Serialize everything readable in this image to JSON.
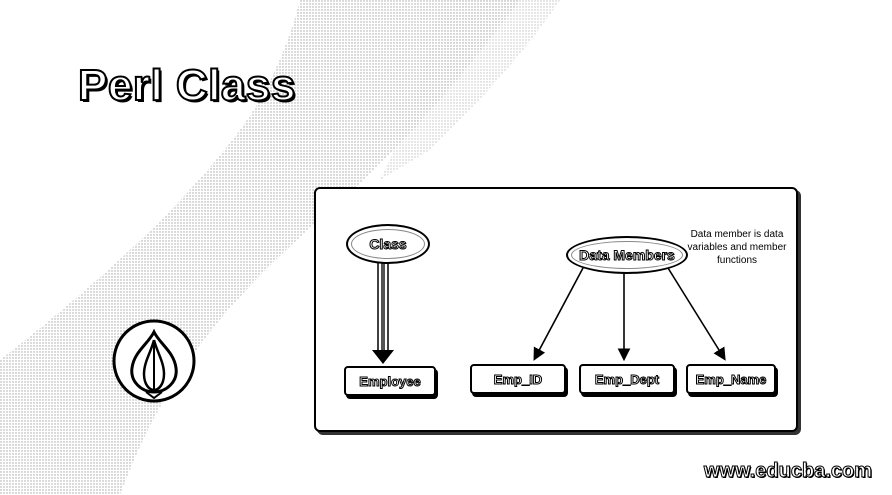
{
  "title": "Perl Class",
  "diagram": {
    "class_node": "Class",
    "data_members_node": "Data Members",
    "note": "Data member is data variables and member functions",
    "employee_node": "Employee",
    "children": [
      "Emp_ID",
      "Emp_Dept",
      "Emp_Name"
    ]
  },
  "footer": {
    "site": "www.educba.com"
  },
  "icons": {
    "logo": "perl-onion-icon"
  }
}
